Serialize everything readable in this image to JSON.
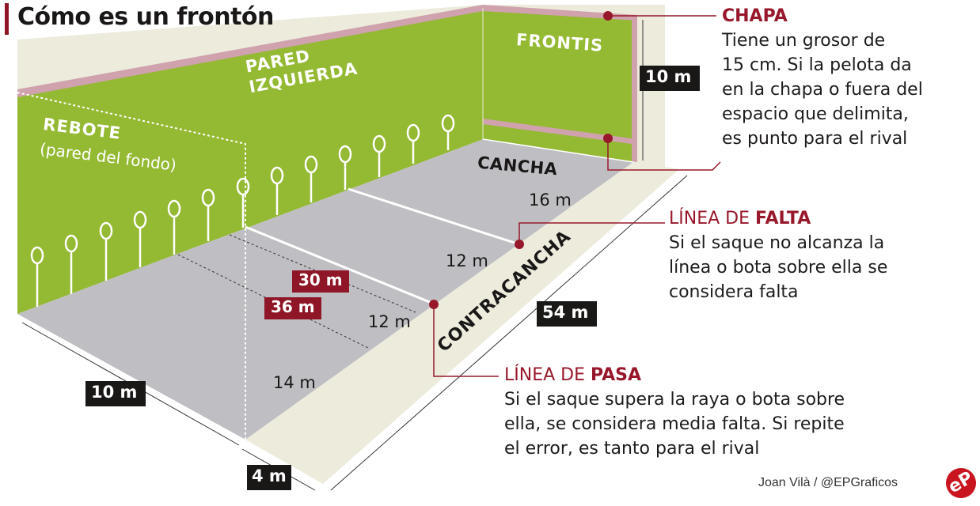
{
  "title": "Cómo es un frontón",
  "walls": {
    "left_wall": [
      "PARED",
      "IZQUIERDA"
    ],
    "front_wall": "FRONTIS",
    "back_wall": "REBOTE",
    "back_wall_note": "(pared del fondo)"
  },
  "floor": {
    "court": "CANCHA",
    "side_strip": "CONTRACANCHA",
    "segments": [
      "16 m",
      "12 m",
      "12 m",
      "14 m"
    ],
    "markers": [
      "30 m",
      "36 m"
    ]
  },
  "dimensions": {
    "front_height": "10 m",
    "length": "54 m",
    "court_width": "10 m",
    "side_strip_width": "4 m"
  },
  "annotations": [
    {
      "id": "chapa",
      "title_plain": "",
      "title_bold": "CHAPA",
      "lines": [
        "Tiene un grosor de",
        "15 cm. Si la pelota da",
        "en la chapa o fuera del",
        "espacio que delimita,",
        "es punto para el rival"
      ]
    },
    {
      "id": "falta",
      "title_plain": "LÍNEA DE ",
      "title_bold": "FALTA",
      "lines": [
        "Si el saque no alcanza la",
        "línea o bota sobre ella se",
        "considera falta"
      ]
    },
    {
      "id": "pasa",
      "title_plain": "LÍNEA DE ",
      "title_bold": "PASA",
      "lines": [
        "Si el saque supera la raya o bota sobre",
        "ella, se considera media falta. Si repite",
        "el error, es tanto para el rival"
      ]
    }
  ],
  "credit": "Joan Vilà / @EPGraficos",
  "logo": "eP",
  "colors": {
    "wall_green": "#94b932",
    "floor_gray": "#bfbfc3",
    "backdrop_beige": "#ecebdc",
    "chapa_pink": "#cfa2ad",
    "accent_red": "#98182b",
    "label_dark": "#1a1717"
  }
}
